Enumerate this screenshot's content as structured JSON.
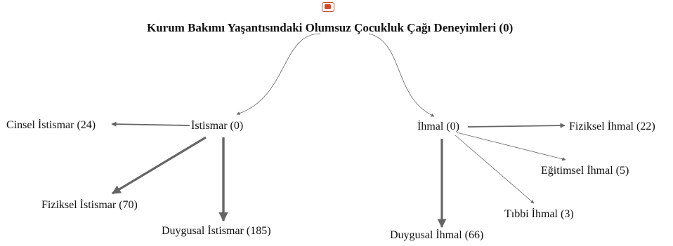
{
  "diagram": {
    "root": {
      "label": "Kurum Bakımı Yaşantısındaki Olumsuz Çocukluk Çağı Deneyimleri (0)",
      "icon": "case-icon"
    },
    "nodes": {
      "istismar": "İstismar (0)",
      "ihmal": "İhmal (0)",
      "cinsel_istismar": "Cinsel İstismar (24)",
      "fiziksel_istismar": "Fiziksel İstismar (70)",
      "duygusal_istismar": "Duygusal İstismar (185)",
      "fiziksel_ihmal": "Fiziksel İhmal (22)",
      "egitimsel_ihmal": "Eğitimsel İhmal (5)",
      "tibbi_ihmal": "Tıbbi İhmal (3)",
      "duygusal_ihmal": "Duygusal İhmal (66)"
    },
    "edge_color": "#666666",
    "icon_color": "#d04a2a"
  }
}
